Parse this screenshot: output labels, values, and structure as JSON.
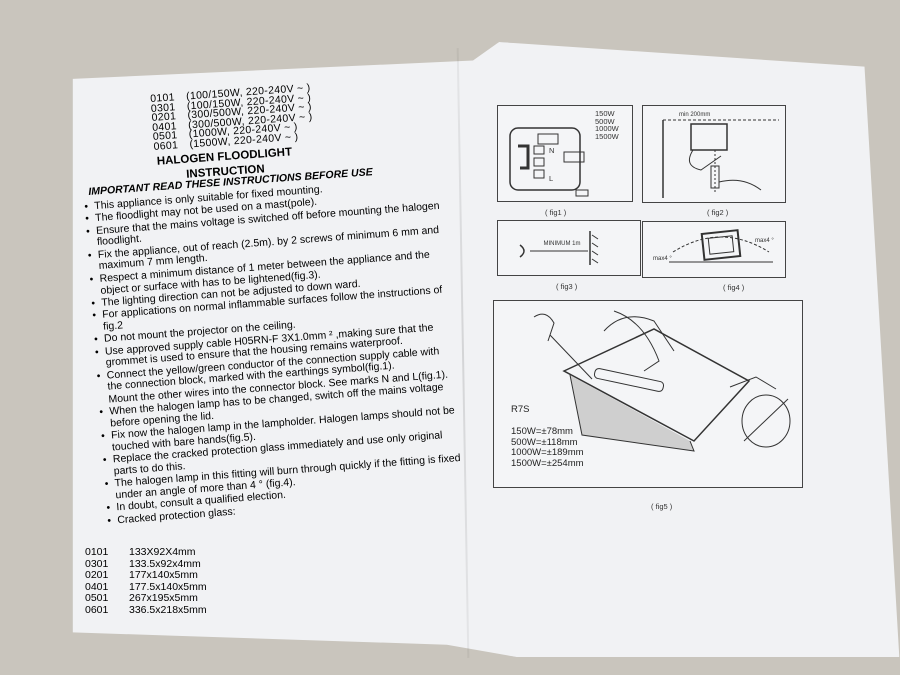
{
  "models": [
    {
      "code": "0101",
      "spec": "(100/150W, 220-240V ~ )"
    },
    {
      "code": "0301",
      "spec": "(100/150W, 220-240V ~ )"
    },
    {
      "code": "0201",
      "spec": "(300/500W, 220-240V ~ )"
    },
    {
      "code": "0401",
      "spec": "(300/500W, 220-240V ~ )"
    },
    {
      "code": "0501",
      "spec": "(1000W, 220-240V ~ )"
    },
    {
      "code": "0601",
      "spec": "(1500W, 220-240V ~ )"
    }
  ],
  "title_line1": "HALOGEN FLOODLIGHT",
  "title_line2": "INSTRUCTION",
  "important": "IMPORTANT READ THESE INSTRUCTIONS BEFORE USE",
  "instructions": [
    "This appliance is only suitable for fixed mounting.",
    "The floodlight may not be used on a mast(pole).",
    "Ensure that the mains voltage is switched off before mounting the halogen floodlight.",
    "Fix the appliance, out of reach (2.5m). by 2 screws of minimum 6 mm and maximum 7 mm length.",
    "Respect a minimum distance of 1 meter between the appliance and the object or surface with has to be lightened(fig.3).",
    "The lighting direction can not be adjusted to down ward.",
    "For applications on normal inflammable surfaces follow the instructions of fig.2",
    "Do not mount the projector on the ceiling.",
    "Use approved supply cable H05RN-F 3X1.0mm ² ,making sure that the grommet is used to ensure that the housing remains waterproof.",
    "Connect the yellow/green conductor of the connection supply cable with the connection block, marked with the earthings symbol(fig.1).",
    "Mount the other wires into the connector block. See marks N and L(fig.1).",
    "When the halogen lamp has to be changed, switch off the mains voltage before opening the lid.",
    "Fix now the halogen lamp in the lampholder. Halogen lamps should not be touched with bare hands(fig.5).",
    "Replace the cracked protection glass immediately and use only original parts to do this.",
    "The halogen lamp in this fitting will burn through quickly if the fitting is fixed under an angle of more than  4 ° (fig.4).",
    "In doubt, consult a qualified election.",
    "Cracked protection glass:"
  ],
  "glass": [
    {
      "code": "0101",
      "size": "133X92X4mm"
    },
    {
      "code": "0301",
      "size": "133.5x92x4mm"
    },
    {
      "code": "0201",
      "size": "177x140x5mm"
    },
    {
      "code": "0401",
      "size": "177.5x140x5mm"
    },
    {
      "code": "0501",
      "size": "267x195x5mm"
    },
    {
      "code": "0601",
      "size": "336.5x218x5mm"
    }
  ],
  "fig1": {
    "label": "( fig1 )",
    "watts": [
      "150W",
      "500W",
      "1000W",
      "1500W"
    ],
    "marks": [
      "N",
      "L"
    ]
  },
  "fig2": {
    "label": "( fig2 )",
    "text": "min 200mm"
  },
  "fig3": {
    "label": "( fig3 )",
    "text": "MINIMUM 1m"
  },
  "fig4": {
    "label": "( fig4 )",
    "angle": "max4 °"
  },
  "fig5": {
    "label": "( fig5 )",
    "lamp": "R7S",
    "sizes": [
      "150W=±78mm",
      "500W=±118mm",
      "1000W=±189mm",
      "1500W=±254mm"
    ]
  }
}
